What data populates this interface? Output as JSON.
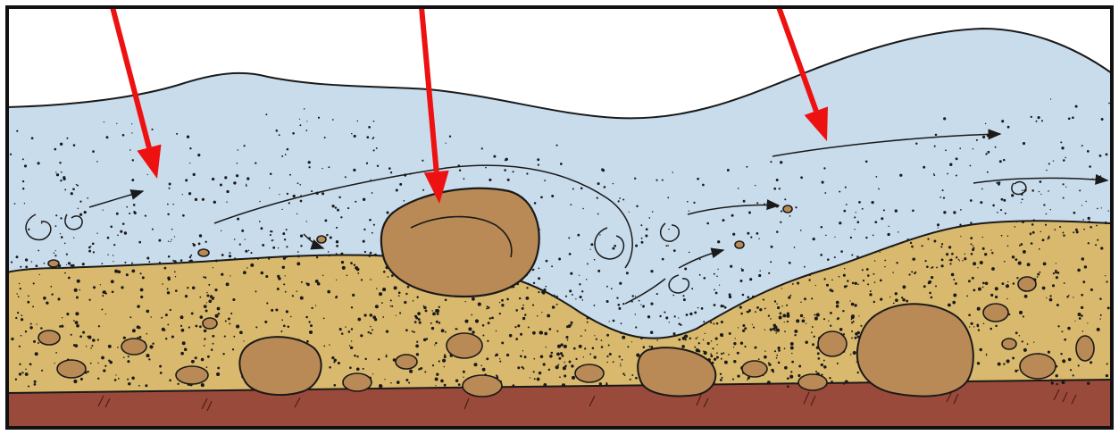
{
  "diagram": {
    "colors": {
      "frame": "#111111",
      "water": "#c9dcec",
      "water_highlight": "#e3edf5",
      "sediment": "#d9b96d",
      "sediment_dark": "#c9a65a",
      "bedrock": "#9a4a3a",
      "rock": "#b98a55",
      "ink": "#1a1a1a",
      "pointer": "#ee1111"
    },
    "pointer_arrows": [
      {
        "name": "arrow-left-suspended-load"
      },
      {
        "name": "arrow-middle-boulder"
      },
      {
        "name": "arrow-right-current"
      }
    ],
    "icons": [
      "water-flow-icon",
      "boulder-icon",
      "sediment-grain-icon",
      "pointer-arrow-icon"
    ]
  }
}
